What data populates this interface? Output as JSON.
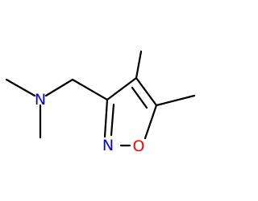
{
  "molecule": {
    "atom_labels": [
      {
        "id": "N1",
        "text": "N",
        "color": "#0000ff"
      },
      {
        "id": "N2",
        "text": "N",
        "color": "#0000ff"
      },
      {
        "id": "O1",
        "text": "O",
        "color": "#ff0000"
      }
    ],
    "bond_color": "#000000"
  }
}
